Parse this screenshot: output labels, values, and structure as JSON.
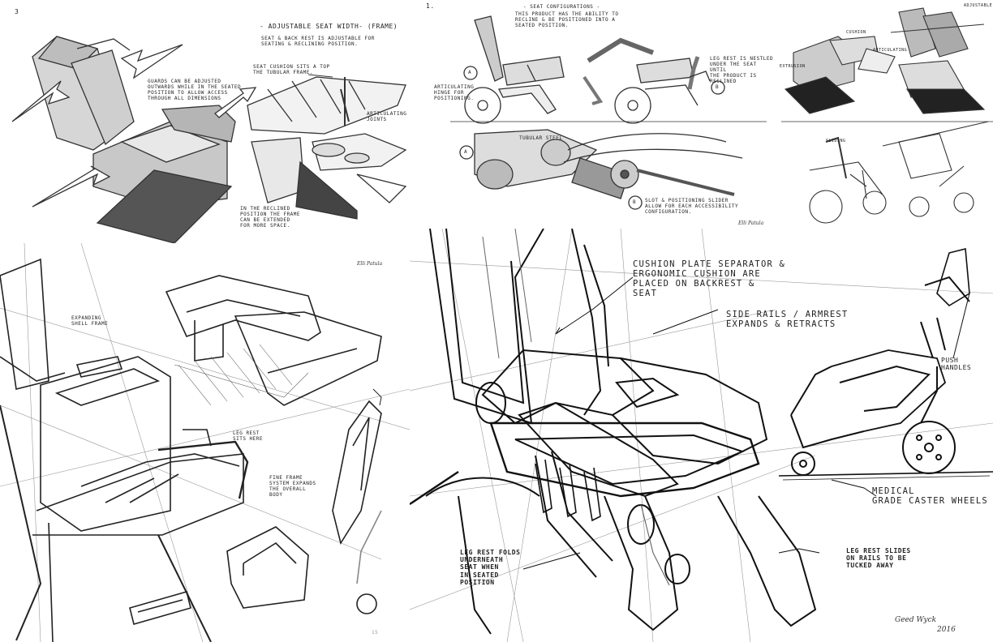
{
  "panel_tl": {
    "number": "3",
    "header": "- Adjustable Seat Width- (Frame)",
    "subheader": "Seat & Back Rest is Adjustable for\nSeating & Reclining Position.",
    "note_guards": "Guards can be adjusted\noutwards while in the seated\nposition to allow access\nthrough all dimensions",
    "note_cushion": "Seat cushion sits a top\nthe tubular frame.",
    "note_joints": "Articulating\njoints",
    "note_reclined": "In the reclined\nposition the frame\ncan be extended\nfor more space."
  },
  "panel_tm": {
    "number": "1.",
    "header": "- Seat Configurations -",
    "subheader": "This product has the ability to\nrecline & be positioned into a\nseated position.",
    "label_a": "A",
    "label_b": "B",
    "label_a2": "A",
    "label_b2": "B",
    "note_hinge": "Articulating\nhinge for\npositioning.",
    "note_legrest": "Leg rest is nestled\nunder the seat until\nthe product is reclined",
    "note_tubular": "Tubular steel",
    "note_slot": "Slot & positioning slider\nallow for each accessibility\nconfiguration.",
    "signature": "Elli Patula"
  },
  "panel_tr": {
    "notes": [
      "Extrusion",
      "Adjustable",
      "Cushion",
      "Articulating",
      "Sliding"
    ]
  },
  "panel_bl": {
    "signature": "Elli Patula",
    "note_expanding": "Expanding\nshell frame",
    "note_legrest": "Leg rest\nsits here",
    "note_fine": "Fine frame\nsystem expands\nthe overall\nbody",
    "page_marker": "15"
  },
  "panel_br": {
    "note_cushion": "Cushion plate separator &\nergonomic cushion are\nplaced on backrest &\nseat",
    "note_rails": "Side rails / armrest\nexpands & retracts",
    "note_push": "Push\nhandles",
    "note_caster": "Medical\ngrade caster wheels",
    "note_fold": "Leg rest folds\nunderneath\nseat when\nin seated\nposition",
    "note_slide": "Leg rest slides\non rails to be\ntucked away",
    "signature": "Geed Wyck",
    "date": "2016"
  }
}
